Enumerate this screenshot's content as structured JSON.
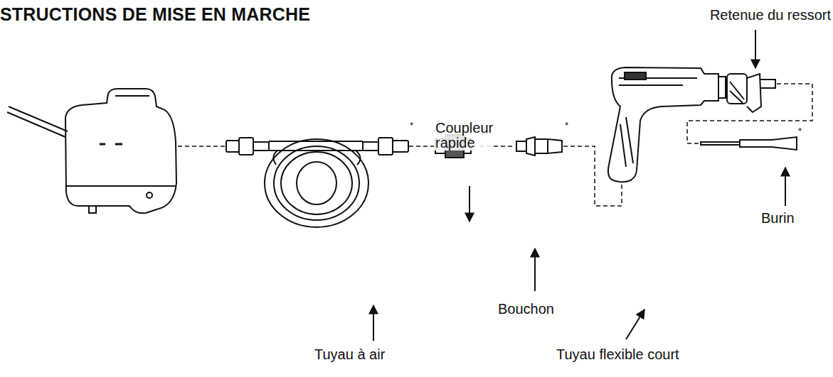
{
  "diagram": {
    "title": "STRUCTIONS DE MISE EN MARCHE",
    "labels": [
      "Retenue du ressort",
      "*",
      "Coupleur rapide",
      "*",
      "*",
      "Burin",
      "Bouchon",
      "Tuyau à air",
      "Tuyau flexible court"
    ]
  }
}
